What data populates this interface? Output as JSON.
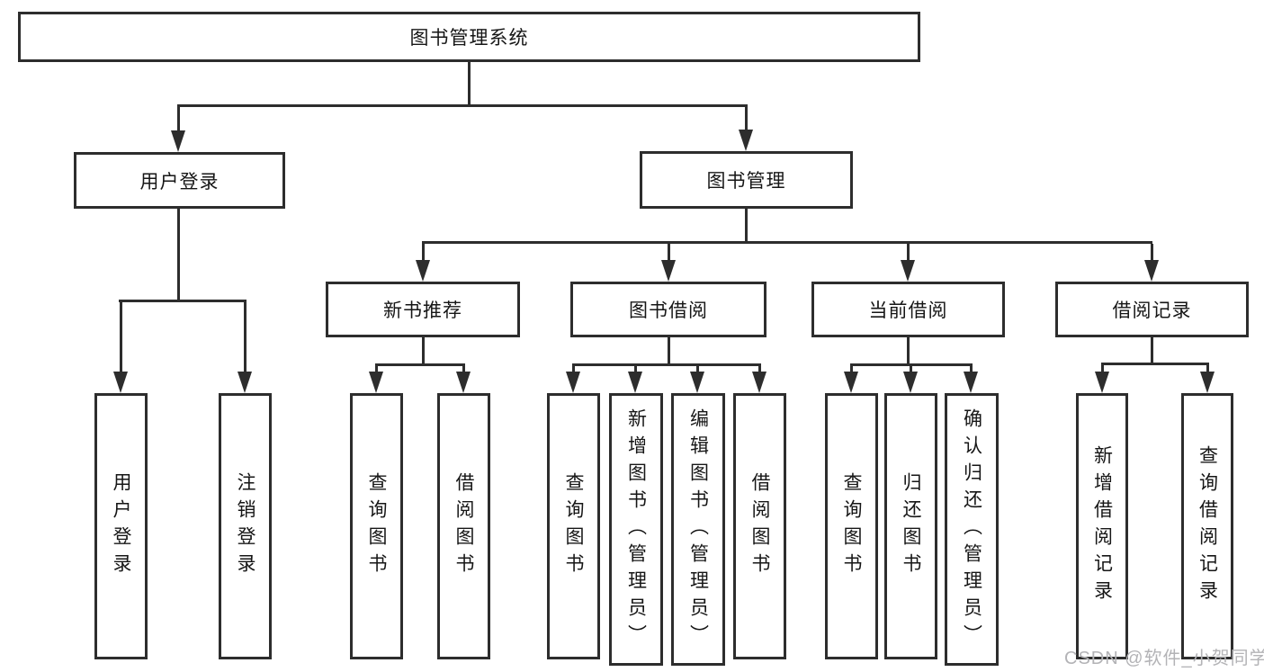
{
  "tree": {
    "label": "图书管理系统",
    "children": [
      {
        "label": "用户登录",
        "children": [
          {
            "label": "用户登录"
          },
          {
            "label": "注销登录"
          }
        ]
      },
      {
        "label": "图书管理",
        "children": [
          {
            "label": "新书推荐",
            "children": [
              {
                "label": "查询图书"
              },
              {
                "label": "借阅图书"
              }
            ]
          },
          {
            "label": "图书借阅",
            "children": [
              {
                "label": "查询图书"
              },
              {
                "label": "新增图书（管理员）"
              },
              {
                "label": "编辑图书（管理员）"
              },
              {
                "label": "借阅图书"
              }
            ]
          },
          {
            "label": "当前借阅",
            "children": [
              {
                "label": "查询图书"
              },
              {
                "label": "归还图书"
              },
              {
                "label": "确认归还（管理员）"
              }
            ]
          },
          {
            "label": "借阅记录",
            "children": [
              {
                "label": "新增借阅记录"
              },
              {
                "label": "查询借阅记录"
              }
            ]
          }
        ]
      }
    ]
  },
  "watermark": "CSDN @软件_小贺同学",
  "colors": {
    "line": "#2d2d2d",
    "text": "#161616",
    "background": "#ffffff",
    "watermark": "#b3b3b6"
  }
}
